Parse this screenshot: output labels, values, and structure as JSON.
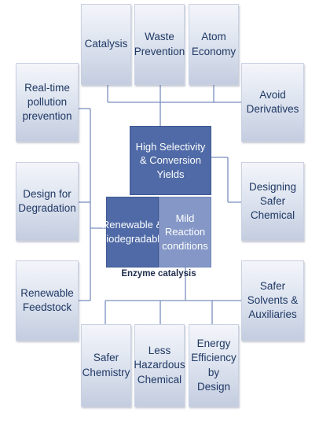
{
  "diagram": {
    "top": {
      "catalysis": "Catalysis",
      "waste_prevention": "Waste\nPrevention",
      "atom_economy": "Atom\nEconomy"
    },
    "left": {
      "realtime_pollution": "Real-time\npollution\nprevention",
      "design_degradation": "Design for\nDegradation",
      "renewable_feedstock": "Renewable\nFeedstock"
    },
    "right": {
      "avoid_derivatives": "Avoid\nDerivatives",
      "designing_safer": "Designing Safer\nChemical",
      "safer_solvents": "Safer Solvents &\nAuxiliaries"
    },
    "bottom": {
      "safer_chemistry": "Safer\nChemistry",
      "less_hazardous": "Less\nHazardous\nChemical",
      "energy_efficiency": "Energy\nEfficiency by\nDesign"
    },
    "center": {
      "high_selectivity": "High Selectivity\n& Conversion\nYields",
      "renewable_biodegradable": "Renewable &\nBiodegradable",
      "mild_reaction": "Mild Reaction\nconditions",
      "caption": "Enzyme catalysis"
    },
    "colors": {
      "box_text": "#1f3864",
      "core_dark": "#4f6aa6",
      "core_light": "#8497c7",
      "connector": "#7b8fbf"
    }
  }
}
